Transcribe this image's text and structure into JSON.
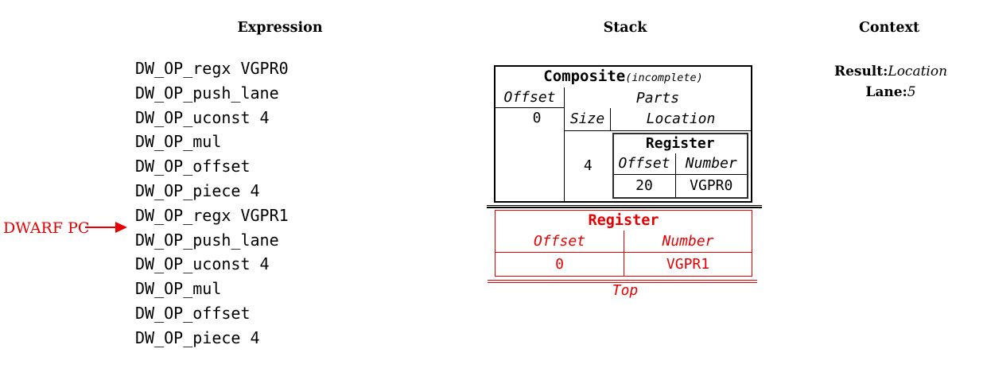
{
  "headings": {
    "expression": "Expression",
    "stack": "Stack",
    "context": "Context"
  },
  "expression": {
    "pc_label": "DWARF PC",
    "items": [
      "DW_OP_regx VGPR0",
      "DW_OP_push_lane",
      "DW_OP_uconst 4",
      "DW_OP_mul",
      "DW_OP_offset",
      "DW_OP_piece 4",
      "DW_OP_regx VGPR1",
      "DW_OP_push_lane",
      "DW_OP_uconst 4",
      "DW_OP_mul",
      "DW_OP_offset",
      "DW_OP_piece 4"
    ]
  },
  "stack": {
    "composite": {
      "title": "Composite",
      "title_suffix": "(incomplete)",
      "offset_header": "Offset",
      "offset_value": "0",
      "parts_header": "Parts",
      "size_header": "Size",
      "location_header": "Location",
      "size_value": "4",
      "register": {
        "title": "Register",
        "offset_header": "Offset",
        "number_header": "Number",
        "offset_value": "20",
        "number_value": "VGPR0"
      }
    },
    "register_entry": {
      "title": "Register",
      "offset_header": "Offset",
      "number_header": "Number",
      "offset_value": "0",
      "number_value": "VGPR1"
    },
    "top_label": "Top"
  },
  "context": {
    "result_label": "Result:",
    "result_value": "Location",
    "lane_label": "Lane:",
    "lane_value": "5"
  },
  "colors": {
    "accent_red": "#e80000",
    "line_black": "#000000",
    "nested_border": "#2e2e2e"
  }
}
